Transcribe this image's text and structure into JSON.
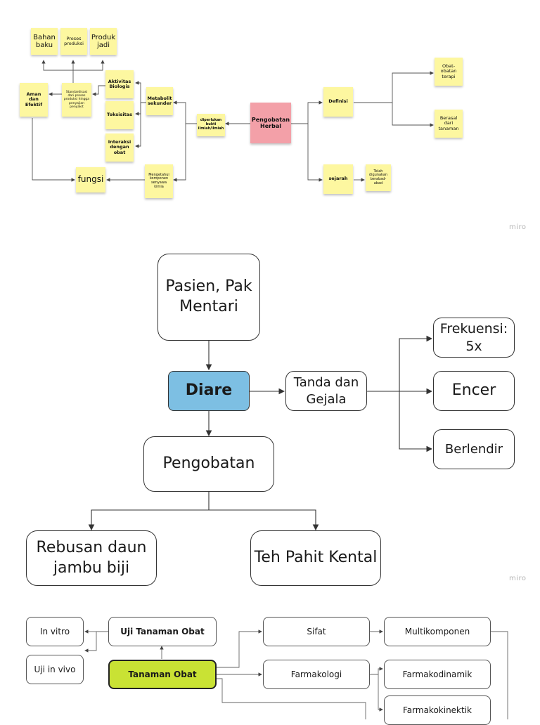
{
  "board1": {
    "nodes": {
      "bahan_baku": "Bahan baku",
      "proses_produksi": "Proses produksi",
      "produk_jadi": "Produk jadi",
      "aman_efektif": "Aman dan Efektif",
      "standardisasi": "Standardisasi dari proses produksi hingga penyajian penyakit",
      "aktivitas_biologis": "Aktivitas Biologis",
      "toksisitas": "Toksisitas",
      "interaksi_obat": "Interaksi dengan obat",
      "metabolit_sekunder": "Metabolit sekunder",
      "diperlukan_bukti": "diperlukan bukti ilmiah/ilmiah",
      "pengobatan_herbal": "Pengobatan Herbal",
      "definisi": "Definisi",
      "obat_terapi": "Obat-obatan terapi",
      "berasal_tanaman": "Berasal dari tanaman",
      "sejarah": "sejarah",
      "telah_digunakan": "Telah digunakan berabad-abad",
      "fungsi": "fungsi",
      "mengetahui_komponen": "Mengetahui komponen senyawa kimia"
    },
    "watermark": "miro"
  },
  "board2": {
    "nodes": {
      "pasien": "Pasien, Pak Mentari",
      "diare": "Diare",
      "tanda_gejala": "Tanda dan Gejala",
      "frekuensi": "Frekuensi: 5x",
      "encer": "Encer",
      "berlendir": "Berlendir",
      "pengobatan": "Pengobatan",
      "rebusan": "Rebusan daun jambu biji",
      "teh_pahit": "Teh Pahit Kental"
    },
    "colors": {
      "diare_fill": "#7dbfe3"
    },
    "watermark": "miro"
  },
  "board3": {
    "nodes": {
      "in_vitro": "In vitro",
      "uji_tanaman": "Uji Tanaman Obat",
      "uji_in_vivo": "Uji in vivo",
      "tanaman_obat": "Tanaman Obat",
      "sifat": "Sifat",
      "multikomponen": "Multikomponen",
      "farmakologi": "Farmakologi",
      "farmakodinamik": "Farmakodinamik",
      "farmakokinektik": "Farmakokinektik"
    },
    "colors": {
      "tanaman_fill": "#c9e234"
    }
  }
}
